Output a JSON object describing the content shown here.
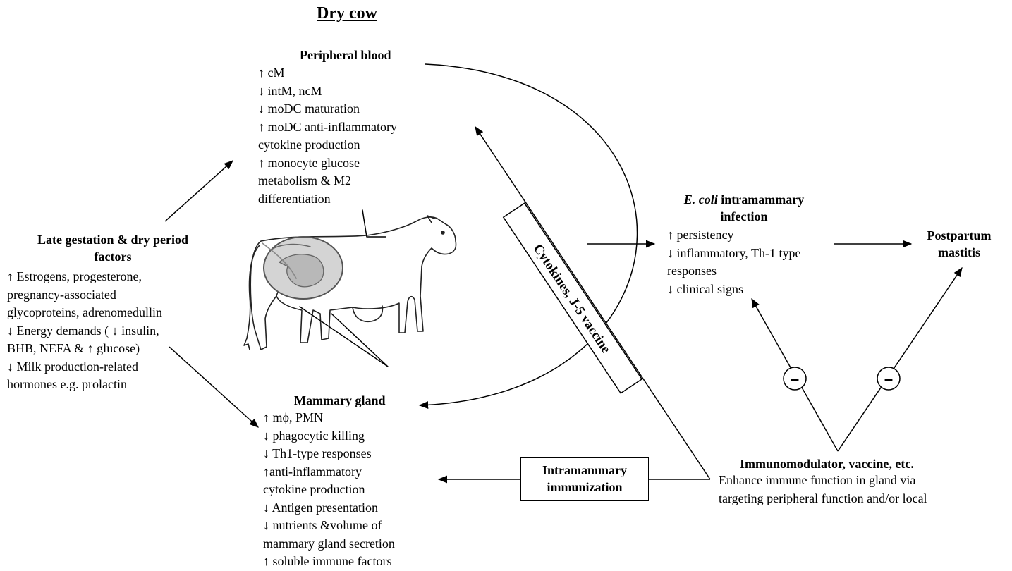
{
  "title": "Dry cow",
  "late_gestation": {
    "heading_1": "Late gestation & dry period",
    "heading_2": "factors",
    "lines": [
      "↑ Estrogens, progesterone,",
      "pregnancy-associated",
      "glycoproteins, adrenomedullin",
      "↓ Energy demands ( ↓ insulin,",
      "BHB, NEFA & ↑  glucose)",
      "↓ Milk production-related",
      "hormones e.g. prolactin"
    ]
  },
  "peripheral_blood": {
    "heading": "Peripheral blood",
    "lines": [
      "↑ cM",
      "↓ intM, ncM",
      "↓ moDC maturation",
      "↑ moDC anti-inflammatory",
      "cytokine production",
      "↑ monocyte glucose",
      "metabolism & M2",
      "differentiation"
    ]
  },
  "mammary_gland": {
    "heading": "Mammary gland",
    "lines": [
      "↑ mϕ, PMN",
      "↓ phagocytic killing",
      "↓ Th1-type responses",
      "↑anti-inflammatory",
      "cytokine production",
      "↓ Antigen presentation",
      "↓ nutrients &volume of",
      "mammary gland secretion",
      "↑ soluble immune factors"
    ]
  },
  "cytokines_label": "Cytokines, J-5 vaccine",
  "ecoli": {
    "heading_italic": "E. coli",
    "heading_rest": " intramammary",
    "heading_2": "infection",
    "lines": [
      "↑ persistency",
      "↓ inflammatory,  Th-1 type",
      "responses",
      "↓ clinical signs"
    ]
  },
  "postpartum": {
    "line1": "Postpartum",
    "line2": "mastitis"
  },
  "inhibit_symbol": "–",
  "immunomodulator": {
    "heading": "Immunomodulator, vaccine, etc.",
    "lines": [
      "Enhance immune function in gland via",
      "targeting peripheral function and/or local"
    ]
  },
  "intramammary_box": {
    "line1": "Intramammary",
    "line2": "immunization"
  }
}
